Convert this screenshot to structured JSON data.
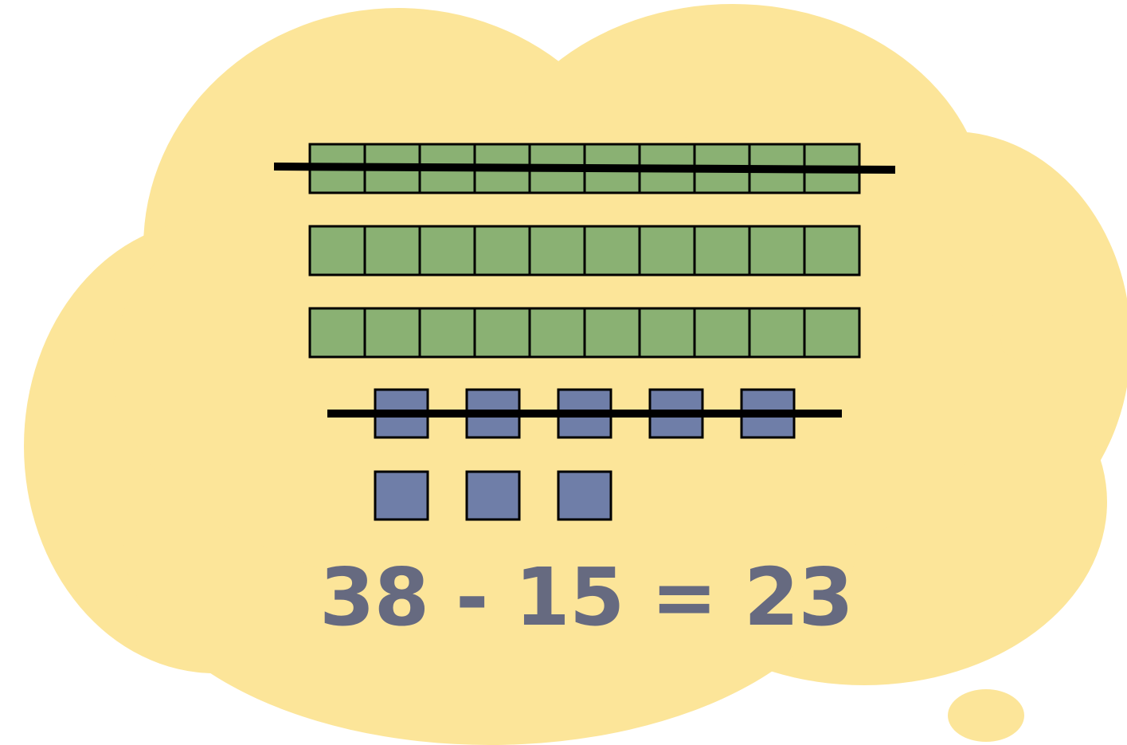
{
  "equation": {
    "text": "38 - 15 = 23",
    "minuend": 38,
    "subtrahend": 15,
    "difference": 23
  },
  "blocks": {
    "ten_rods": {
      "count": 3,
      "crossed_out": 1,
      "units_per_rod": 10
    },
    "ones": {
      "count": 8,
      "crossed_out": 5
    }
  },
  "colors": {
    "background": "#ffffff",
    "cloud": "#fce599",
    "ten_rod": "#8ab173",
    "ones_cube": "#6f7ea8",
    "outline": "#000000",
    "equation_text": "#666a80"
  }
}
